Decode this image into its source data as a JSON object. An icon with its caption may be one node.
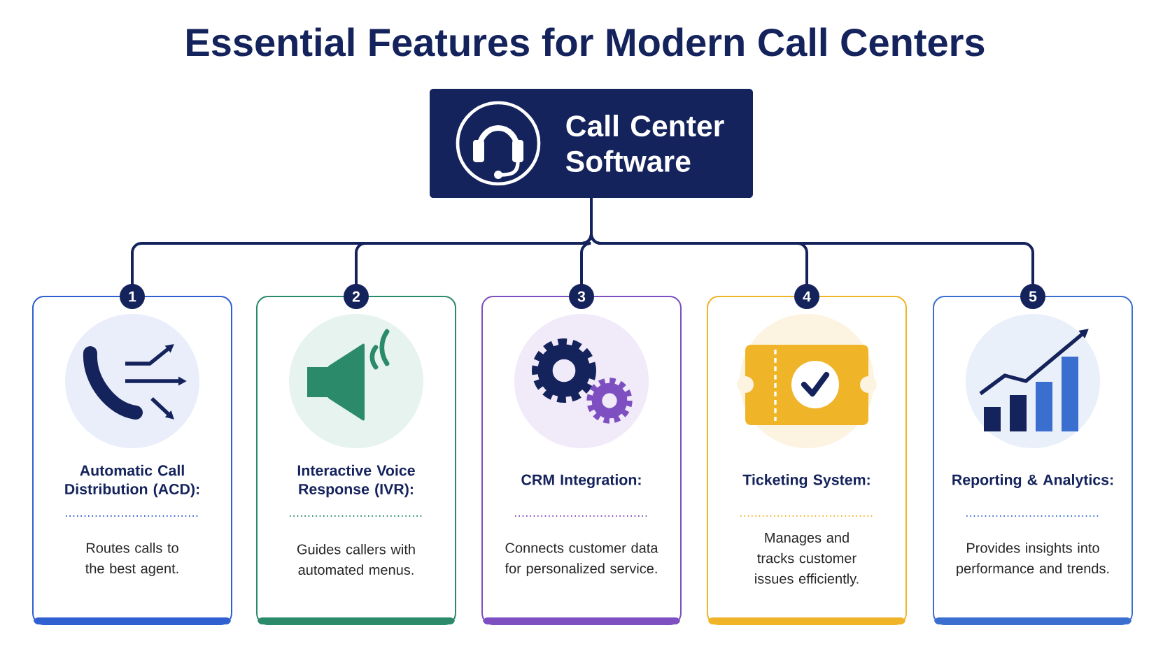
{
  "diagram": {
    "title": "Essential Features for Modern Call Centers",
    "nodes": [
      {
        "text": [
          "Call Center Software"
        ]
      },
      {
        "text": [
          "Automatic Call Distribution (ACD):",
          "Routes calls to the best agent."
        ],
        "beside": [
          "1"
        ]
      },
      {
        "text": [
          "Interactive Voice Response (IVR):",
          "Guides callers with automated menus."
        ],
        "beside": [
          "2"
        ]
      },
      {
        "text": [
          "CRM Integration:",
          "Connects customer data for personalized service."
        ],
        "beside": [
          "3"
        ]
      },
      {
        "text": [
          "Ticketing System:",
          "Manages and tracks customer issues efficiently."
        ],
        "beside": [
          "4"
        ]
      },
      {
        "text": [
          "Reporting & Analytics:",
          "Provides insights into performance and trends."
        ],
        "beside": [
          "5"
        ]
      }
    ],
    "edges": [
      {
        "from": 0,
        "to": 1,
        "arrow": "none"
      },
      {
        "from": 0,
        "to": 2,
        "arrow": "none"
      },
      {
        "from": 0,
        "to": 3,
        "arrow": "none"
      },
      {
        "from": 0,
        "to": 4,
        "arrow": "none"
      },
      {
        "from": 0,
        "to": 5,
        "arrow": "none"
      }
    ]
  }
}
